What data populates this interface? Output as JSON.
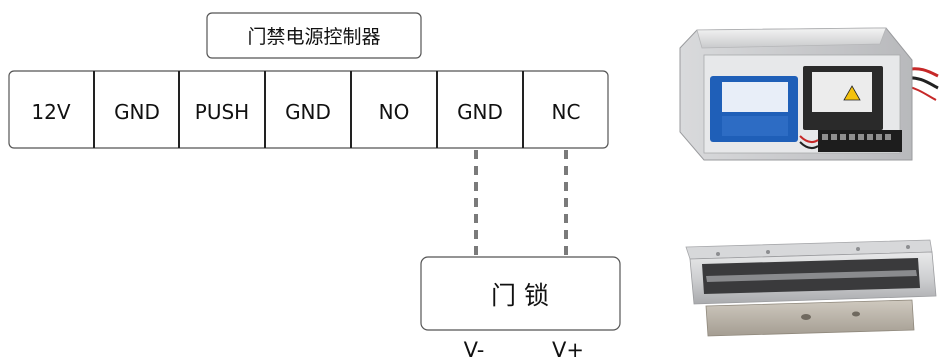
{
  "controller": {
    "title": "门禁电源控制器",
    "terminals": [
      {
        "label": "12V"
      },
      {
        "label": "GND"
      },
      {
        "label": "PUSH"
      },
      {
        "label": "GND"
      },
      {
        "label": "NO"
      },
      {
        "label": "GND"
      },
      {
        "label": "NC"
      }
    ]
  },
  "lock": {
    "label": "门 锁",
    "pin_minus": "V-",
    "pin_plus": "V+"
  },
  "colors": {
    "line": "#222222",
    "box_border": "#555555",
    "dash": "#7a7a7a",
    "background": "#ffffff"
  }
}
